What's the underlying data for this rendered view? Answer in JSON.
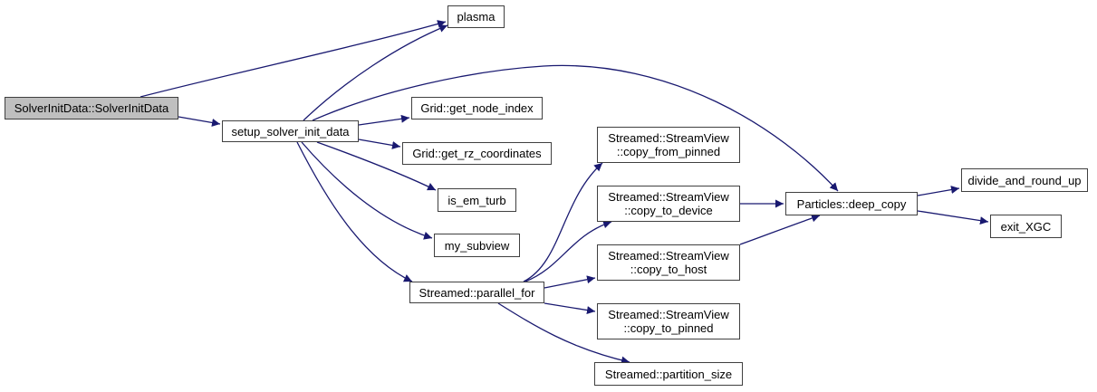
{
  "diagram": {
    "type": "call-graph",
    "edge_color": "#191970",
    "root_fill": "#bfbfbf",
    "nodes": [
      {
        "id": "root",
        "lines": [
          "SolverInitData::SolverInitData"
        ],
        "root": true
      },
      {
        "id": "setup",
        "lines": [
          "setup_solver_init_data"
        ]
      },
      {
        "id": "plasma",
        "lines": [
          "plasma"
        ]
      },
      {
        "id": "node_index",
        "lines": [
          "Grid::get_node_index"
        ]
      },
      {
        "id": "rz_coords",
        "lines": [
          "Grid::get_rz_coordinates"
        ]
      },
      {
        "id": "em_turb",
        "lines": [
          "is_em_turb"
        ]
      },
      {
        "id": "subview",
        "lines": [
          "my_subview"
        ]
      },
      {
        "id": "parallel_for",
        "lines": [
          "Streamed::parallel_for"
        ]
      },
      {
        "id": "from_pinned",
        "lines": [
          "Streamed::StreamView",
          "::copy_from_pinned"
        ]
      },
      {
        "id": "to_device",
        "lines": [
          "Streamed::StreamView",
          "::copy_to_device"
        ]
      },
      {
        "id": "to_host",
        "lines": [
          "Streamed::StreamView",
          "::copy_to_host"
        ]
      },
      {
        "id": "to_pinned",
        "lines": [
          "Streamed::StreamView",
          "::copy_to_pinned"
        ]
      },
      {
        "id": "partition",
        "lines": [
          "Streamed::partition_size"
        ]
      },
      {
        "id": "deep_copy",
        "lines": [
          "Particles::deep_copy"
        ]
      },
      {
        "id": "divide",
        "lines": [
          "divide_and_round_up"
        ]
      },
      {
        "id": "exit",
        "lines": [
          "exit_XGC"
        ]
      }
    ],
    "edges": [
      {
        "from": "root",
        "to": "plasma"
      },
      {
        "from": "root",
        "to": "setup"
      },
      {
        "from": "setup",
        "to": "plasma"
      },
      {
        "from": "setup",
        "to": "deep_copy"
      },
      {
        "from": "setup",
        "to": "node_index"
      },
      {
        "from": "setup",
        "to": "rz_coords"
      },
      {
        "from": "setup",
        "to": "em_turb"
      },
      {
        "from": "setup",
        "to": "subview"
      },
      {
        "from": "setup",
        "to": "parallel_for"
      },
      {
        "from": "parallel_for",
        "to": "from_pinned"
      },
      {
        "from": "parallel_for",
        "to": "to_device"
      },
      {
        "from": "parallel_for",
        "to": "to_host"
      },
      {
        "from": "parallel_for",
        "to": "to_pinned"
      },
      {
        "from": "parallel_for",
        "to": "partition"
      },
      {
        "from": "to_device",
        "to": "deep_copy"
      },
      {
        "from": "to_host",
        "to": "deep_copy"
      },
      {
        "from": "deep_copy",
        "to": "divide"
      },
      {
        "from": "deep_copy",
        "to": "exit"
      }
    ]
  }
}
